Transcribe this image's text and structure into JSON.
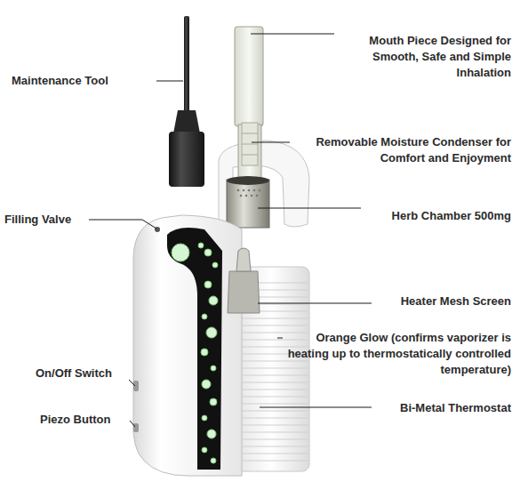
{
  "diagram": {
    "labels": [
      "Maintenance Tool",
      "Mouth Piece Designed for Smooth, Safe and Simple Inhalation",
      "Removable Moisture Condenser for Comfort and Enjoyment",
      "Herb Chamber 500mg",
      "Filling Valve",
      "Heater Mesh Screen",
      "Orange Glow (confirms vaporizer is heating up to thermostatically controlled temperature)",
      "On/Off Switch",
      "Bi-Metal Thermostat",
      "Piezo Button"
    ]
  }
}
